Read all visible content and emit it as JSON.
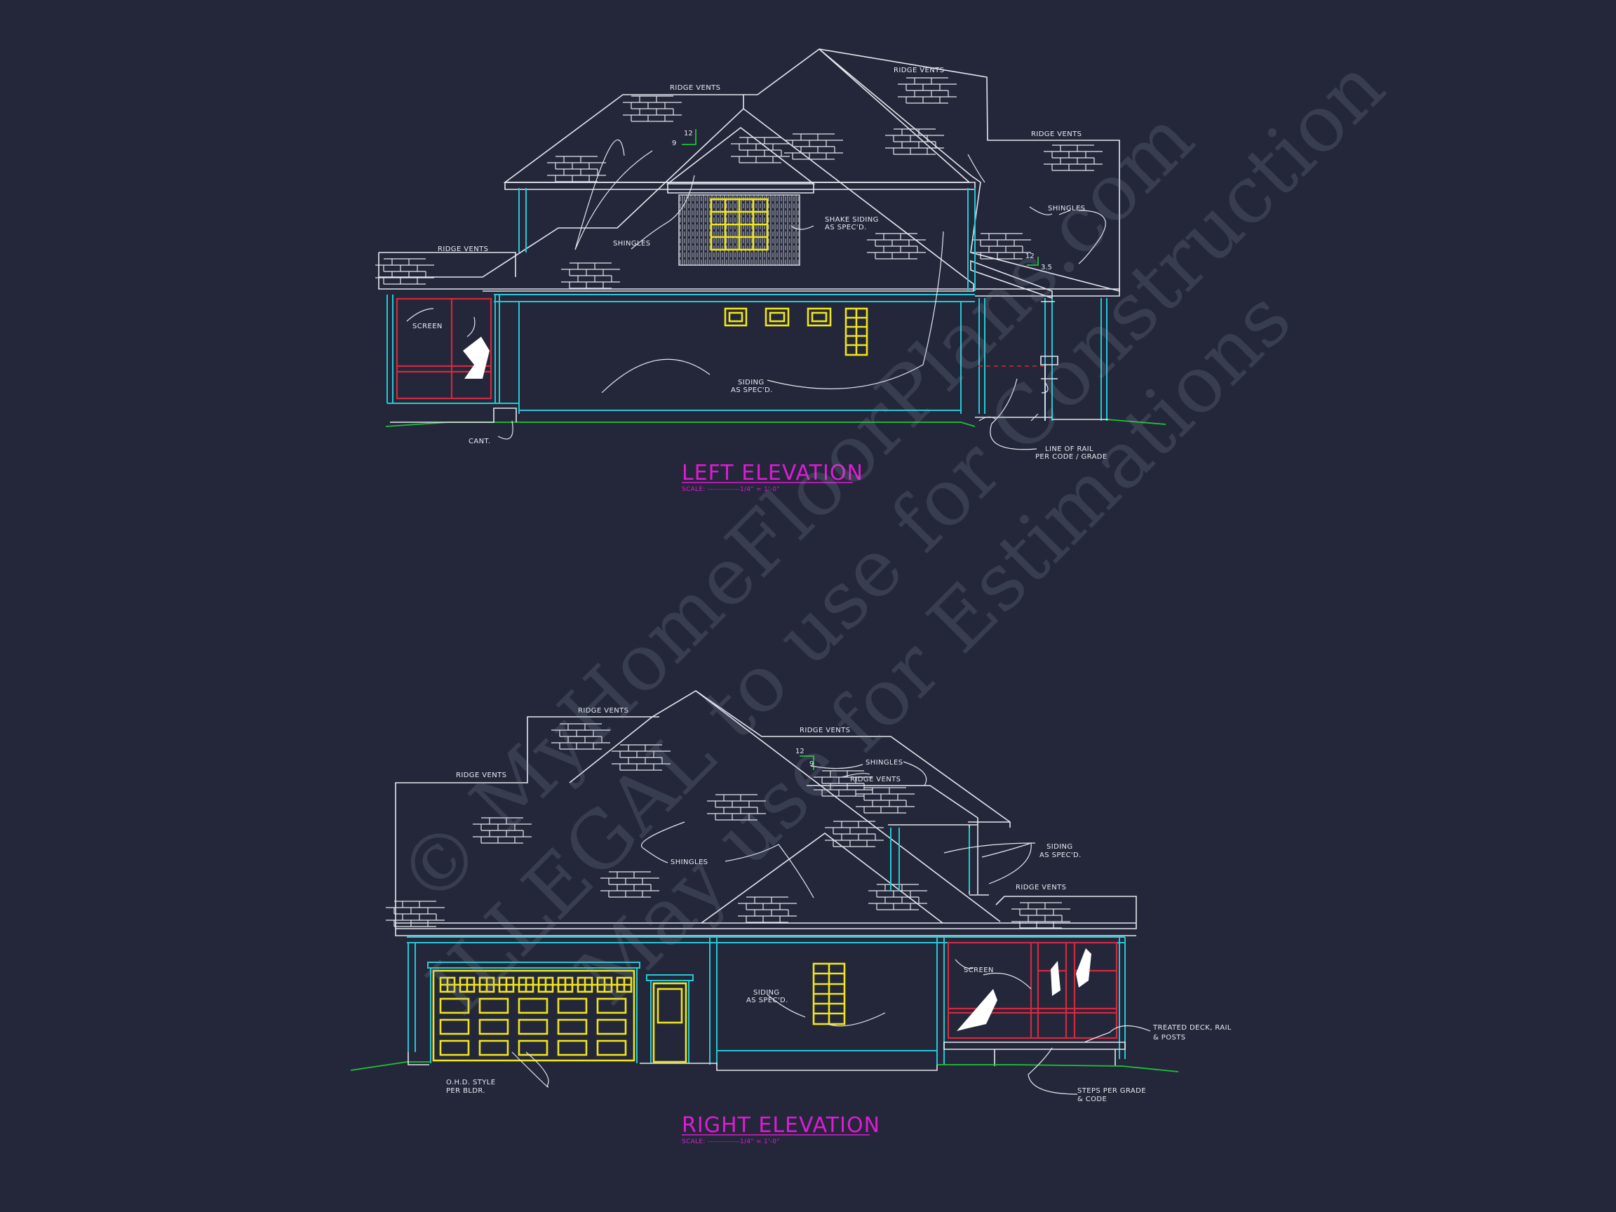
{
  "watermark": {
    "line1": "© MyHomeFloorPlans.com",
    "line2": "ILLEGAL to use for Construction",
    "line3": "May use for Estimations"
  },
  "left_elevation": {
    "title": "LEFT ELEVATION",
    "scale": "SCALE: -------------1/4\" = 1'-0\"",
    "pitch_main": {
      "rise": "12",
      "run": "9"
    },
    "pitch_porch": {
      "rise": "12",
      "run": "3.5"
    },
    "notes": {
      "ridge_vents_top": "RIDGE VENTS",
      "ridge_vents_peak": "RIDGE VENTS",
      "ridge_vents_right": "RIDGE VENTS",
      "ridge_vents_left": "RIDGE VENTS",
      "shingles_left": "SHINGLES",
      "shingles_right": "SHINGLES",
      "shake_siding_1": "SHAKE SIDING",
      "shake_siding_2": "AS SPEC'D.",
      "screen": "SCREEN",
      "siding_1": "SIDING",
      "siding_2": "AS SPEC'D.",
      "cant": "CANT.",
      "rail_1": "LINE OF RAIL",
      "rail_2": "PER CODE / GRADE"
    }
  },
  "right_elevation": {
    "title": "RIGHT ELEVATION",
    "scale": "SCALE: -------------1/4\" = 1'-0\"",
    "pitch_main": {
      "rise": "12",
      "run": "9"
    },
    "notes": {
      "ridge_vents_top": "RIDGE VENTS",
      "ridge_vents_left": "RIDGE VENTS",
      "ridge_vents_mid": "RIDGE VENTS",
      "ridge_vents_mid2": "RIDGE VENTS",
      "ridge_vents_right": "RIDGE VENTS",
      "shingles_upper": "SHINGLES",
      "shingles_lower": "SHINGLES",
      "siding_upper_1": "SIDING",
      "siding_upper_2": "AS SPEC'D.",
      "siding_1": "SIDING",
      "siding_2": "AS SPEC'D.",
      "screen": "SCREEN",
      "deck_1": "TREATED DECK, RAIL",
      "deck_2": "& POSTS",
      "ohd_1": "O.H.D. STYLE",
      "ohd_2": "PER BLDR.",
      "steps_1": "STEPS PER GRADE",
      "steps_2": "& CODE"
    }
  },
  "colors": {
    "background": "#232739",
    "outline": "#e4e6ee",
    "wall": "#23c9d6",
    "window": "#f0e51a",
    "screen": "#d4283f",
    "grade": "#1fc23a",
    "title": "#e01ad6"
  }
}
